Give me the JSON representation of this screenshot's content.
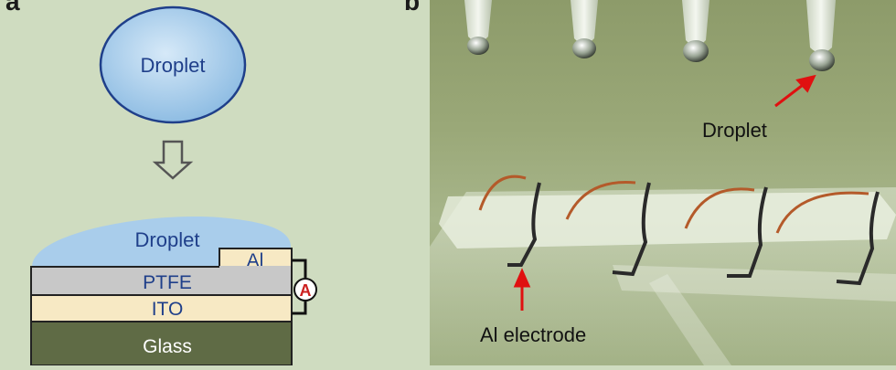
{
  "panel_a": {
    "label": "a",
    "top_droplet": "Droplet",
    "device_droplet": "Droplet",
    "layers": {
      "al": "Al",
      "ptfe": "PTFE",
      "ito": "ITO",
      "glass": "Glass"
    },
    "ammeter": "A",
    "colors": {
      "droplet": "#a9cdeb",
      "droplet_text": "#1f3f8a",
      "ptfe": "#c8c8c8",
      "ito": "#f7e9c4",
      "glass": "#5f6b45",
      "ammeter": "#cc2020"
    }
  },
  "panel_b": {
    "label": "b",
    "droplet_label": "Droplet",
    "electrode_label": "Al electrode",
    "arrow_color": "#e01010"
  }
}
